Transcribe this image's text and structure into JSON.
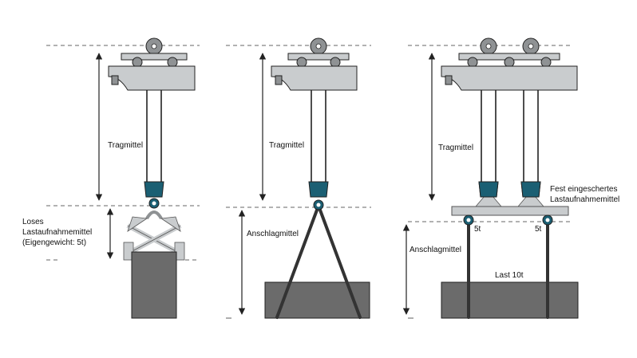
{
  "colors": {
    "teal": "#1b5f73",
    "grey_light": "#c9ccce",
    "grey_mid": "#8f9294",
    "grey_dark": "#6b6b6b",
    "line": "#222222"
  },
  "icons": [
    "pulley-icon",
    "trolley-icon",
    "hook-block-icon",
    "scissor-clamp-icon",
    "sling-icon",
    "eye-bolt-icon"
  ],
  "panels": {
    "left": {
      "dimension_label": "Tragmittel",
      "attachment_label": [
        "Loses",
        "Lastaufnahmemittel",
        "(Eigengewicht: 5t)"
      ]
    },
    "middle": {
      "dimension_label": "Tragmittel",
      "attachment_label": "Anschlagmittel"
    },
    "right": {
      "dimension_label": "Tragmittel",
      "spreader_label": [
        "Fest eingeschertes",
        "Lastaufnahmemittel"
      ],
      "attachment_label": "Anschlagmittel",
      "eye_label_left": "5t",
      "eye_label_right": "5t",
      "load_label": "Last 10t"
    }
  }
}
